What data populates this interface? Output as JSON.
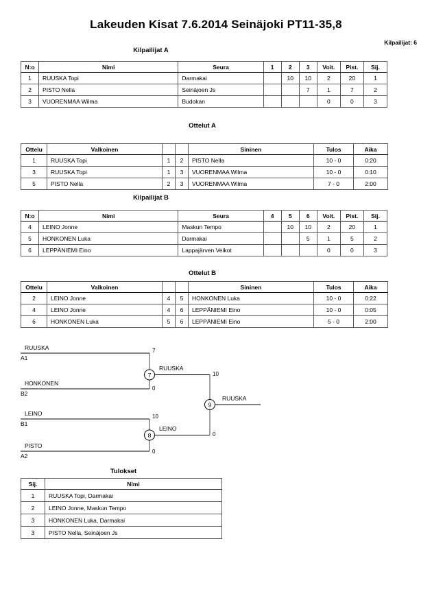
{
  "document": {
    "title": "Lakeuden Kisat  7.6.2014  Seinäjoki   PT11-35,8",
    "entrant_count_label": "Kilpailijat: 6"
  },
  "sections": {
    "players_a_caption": "Kilpailijat A",
    "matches_a_caption": "Ottelut A",
    "players_b_caption": "Kilpailijat B",
    "matches_b_caption": "Ottelut B",
    "results_caption": "Tulokset"
  },
  "players_a": {
    "headers": {
      "no": "N:o",
      "name": "Nimi",
      "club": "Seura",
      "op1": "1",
      "op2": "2",
      "op3": "3",
      "wins": "Voit.",
      "points": "Pist.",
      "rank": "Sij."
    },
    "rows": [
      {
        "no": "1",
        "name": "RUUSKA Topi",
        "club": "Darmakai",
        "op1": "",
        "op2": "10",
        "op3": "10",
        "wins": "2",
        "points": "20",
        "rank": "1"
      },
      {
        "no": "2",
        "name": "PISTO Nella",
        "club": "Seinäjoen Js",
        "op1": "",
        "op2": "",
        "op3": "7",
        "wins": "1",
        "points": "7",
        "rank": "2"
      },
      {
        "no": "3",
        "name": "VUORENMAA Wilma",
        "club": "Budokan",
        "op1": "",
        "op2": "",
        "op3": "",
        "wins": "0",
        "points": "0",
        "rank": "3"
      }
    ]
  },
  "matches_a": {
    "headers": {
      "match": "Ottelu",
      "white": "Valkoinen",
      "wno": "",
      "bno": "",
      "blue": "Sininen",
      "result": "Tulos",
      "time": "Aika"
    },
    "rows": [
      {
        "match": "1",
        "white": "RUUSKA Topi",
        "wno": "1",
        "bno": "2",
        "blue": "PISTO Nella",
        "result": "10 - 0",
        "time": "0:20"
      },
      {
        "match": "3",
        "white": "RUUSKA Topi",
        "wno": "1",
        "bno": "3",
        "blue": "VUORENMAA Wilma",
        "result": "10 - 0",
        "time": "0:10"
      },
      {
        "match": "5",
        "white": "PISTO Nella",
        "wno": "2",
        "bno": "3",
        "blue": "VUORENMAA Wilma",
        "result": "7 - 0",
        "time": "2:00"
      }
    ]
  },
  "players_b": {
    "headers": {
      "no": "N:o",
      "name": "Nimi",
      "club": "Seura",
      "op1": "4",
      "op2": "5",
      "op3": "6",
      "wins": "Voit.",
      "points": "Pist.",
      "rank": "Sij."
    },
    "rows": [
      {
        "no": "4",
        "name": "LEINO Jonne",
        "club": "Maskun Tempo",
        "op1": "",
        "op2": "10",
        "op3": "10",
        "wins": "2",
        "points": "20",
        "rank": "1"
      },
      {
        "no": "5",
        "name": "HONKONEN Luka",
        "club": "Darmakai",
        "op1": "",
        "op2": "",
        "op3": "5",
        "wins": "1",
        "points": "5",
        "rank": "2"
      },
      {
        "no": "6",
        "name": "LEPPÄNIEMI Eino",
        "club": "Lappajärven Veikot",
        "op1": "",
        "op2": "",
        "op3": "",
        "wins": "0",
        "points": "0",
        "rank": "3"
      }
    ]
  },
  "matches_b": {
    "headers": {
      "match": "Ottelu",
      "white": "Valkoinen",
      "wno": "",
      "bno": "",
      "blue": "Sininen",
      "result": "Tulos",
      "time": "Aika"
    },
    "rows": [
      {
        "match": "2",
        "white": "LEINO Jonne",
        "wno": "4",
        "bno": "5",
        "blue": "HONKONEN Luka",
        "result": "10 - 0",
        "time": "0:22"
      },
      {
        "match": "4",
        "white": "LEINO Jonne",
        "wno": "4",
        "bno": "6",
        "blue": "LEPPÄNIEMI Eino",
        "result": "10 - 0",
        "time": "0:05"
      },
      {
        "match": "6",
        "white": "HONKONEN Luka",
        "wno": "5",
        "bno": "6",
        "blue": "LEPPÄNIEMI Eino",
        "result": "5 - 0",
        "time": "2:00"
      }
    ]
  },
  "bracket": {
    "entries": [
      {
        "name": "RUUSKA",
        "seed": "A1",
        "score": "7"
      },
      {
        "name": "HONKONEN",
        "seed": "B2",
        "score": "0"
      },
      {
        "name": "LEINO",
        "seed": "B1",
        "score": "10"
      },
      {
        "name": "PISTO",
        "seed": "A2",
        "score": "0"
      }
    ],
    "semifinals": [
      {
        "number": "7",
        "winner": "RUUSKA",
        "winner_score": "10"
      },
      {
        "number": "8",
        "winner": "LEINO",
        "winner_score": "0"
      }
    ],
    "final": {
      "number": "9",
      "winner": "RUUSKA"
    }
  },
  "results": {
    "headers": {
      "rank": "Sij.",
      "name": "Nimi"
    },
    "rows": [
      {
        "rank": "1",
        "name": "RUUSKA Topi, Darmakai"
      },
      {
        "rank": "2",
        "name": "LEINO Jonne, Maskun Tempo"
      },
      {
        "rank": "3",
        "name": "HONKONEN Luka, Darmakai"
      },
      {
        "rank": "3",
        "name": "PISTO Nella, Seinäjoen Js"
      }
    ]
  }
}
